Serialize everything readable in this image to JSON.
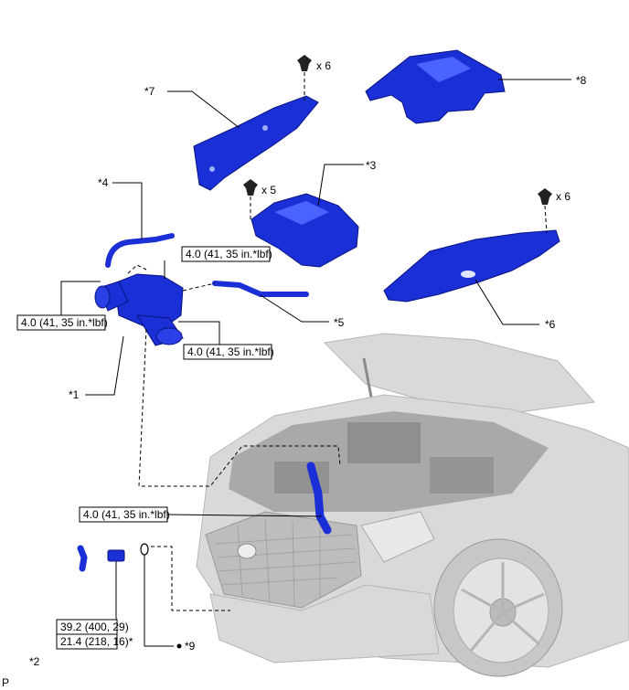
{
  "callouts": {
    "c1": "*1",
    "c2": "*2",
    "c3": "*3",
    "c4": "*4",
    "c5": "*5",
    "c6": "*6",
    "c7": "*7",
    "c8": "*8",
    "c9": "*9"
  },
  "quantities": {
    "q6a": "x 6",
    "q5": "x 5",
    "q6b": "x 6"
  },
  "torques": {
    "t1": "4.0 (41, 35 in.*lbf)",
    "t2": "4.0 (41, 35 in.*lbf)",
    "t3": "4.0 (41, 35 in.*lbf)",
    "t4": "4.0 (41, 35 in.*lbf)",
    "t5_line1": "39.2 (400, 29)",
    "t5_line2": "21.4 (218, 16)*"
  },
  "corner_mark": "P",
  "colors": {
    "part": "#1b2fd6",
    "car": "#d9d9d9"
  }
}
